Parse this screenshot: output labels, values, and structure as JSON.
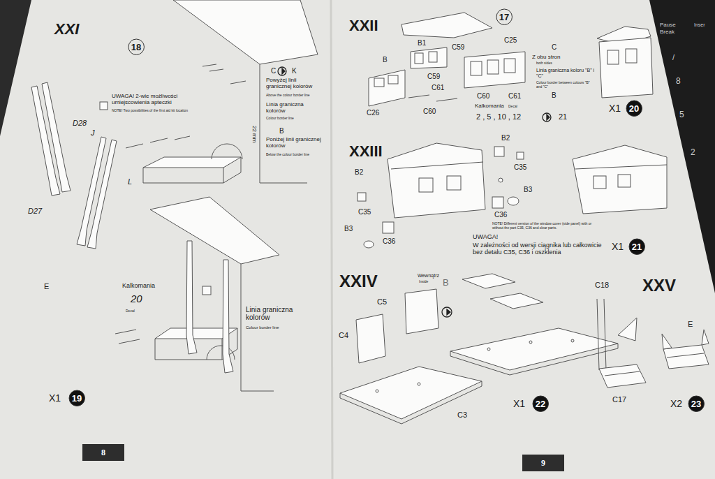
{
  "diagram": {
    "nodes": [
      {
        "text": [
          "18"
        ]
      },
      {
        "text": [
          "19"
        ]
      },
      {
        "text": [
          "8"
        ]
      },
      {
        "text": [
          "17"
        ]
      },
      {
        "text": [
          "20"
        ]
      },
      {
        "text": [
          "21"
        ]
      },
      {
        "text": [
          "22"
        ]
      },
      {
        "text": [
          "23"
        ]
      },
      {
        "text": [
          "9"
        ]
      }
    ],
    "labels": [
      "XXI",
      "UWAGA! 2-wie możliwości umiejscowienia apteczki",
      "NOTE! Two possibilities of the first aid kit location",
      "D28",
      "J",
      "D27",
      "L",
      "E",
      "C",
      "K",
      "Powyżej linii granicznej kolorów",
      "Above the colour border line",
      "Linia graniczna kolorów",
      "Colour border line",
      "22 mm",
      "B",
      "Poniżej linii granicznej kolorów",
      "Below the colour border line",
      "Kalkomania",
      "20",
      "Decal",
      "Linia graniczna kolorów",
      "Colour border line",
      "X1",
      "XXII",
      "B1",
      "C25",
      "C",
      "B",
      "C59",
      "Z obu stron",
      "both sides",
      "C59",
      "Linia graniczna koloru \"B\" i \"C\"",
      "Colour border between colours \"B\" and \"C\"",
      "C61",
      "C26",
      "C60",
      "C60",
      "C61",
      "B",
      "Kalkomania",
      "Decal",
      "2 , 5 , 10 , 12",
      "21",
      "X1",
      "XXIII",
      "B2",
      "B2",
      "C35",
      "B3",
      "C35",
      "B3",
      "C36",
      "C36",
      "NOTE! Different version of the window cover (side panel) with or without the part C35, C36 and clear parts.",
      "UWAGA!",
      "W zależności od wersji ciągnika lub całkowicie bez detalu C35, C36 i oszklenia",
      "X1",
      "XXIV",
      "Wewnątrz",
      "Inside",
      "B",
      "C5",
      "C4",
      "C3",
      "X1",
      "XXV",
      "C18",
      "E",
      "C17",
      "X2",
      "Pause",
      "Break",
      "Inser",
      "/",
      "8",
      "5",
      "2"
    ]
  }
}
